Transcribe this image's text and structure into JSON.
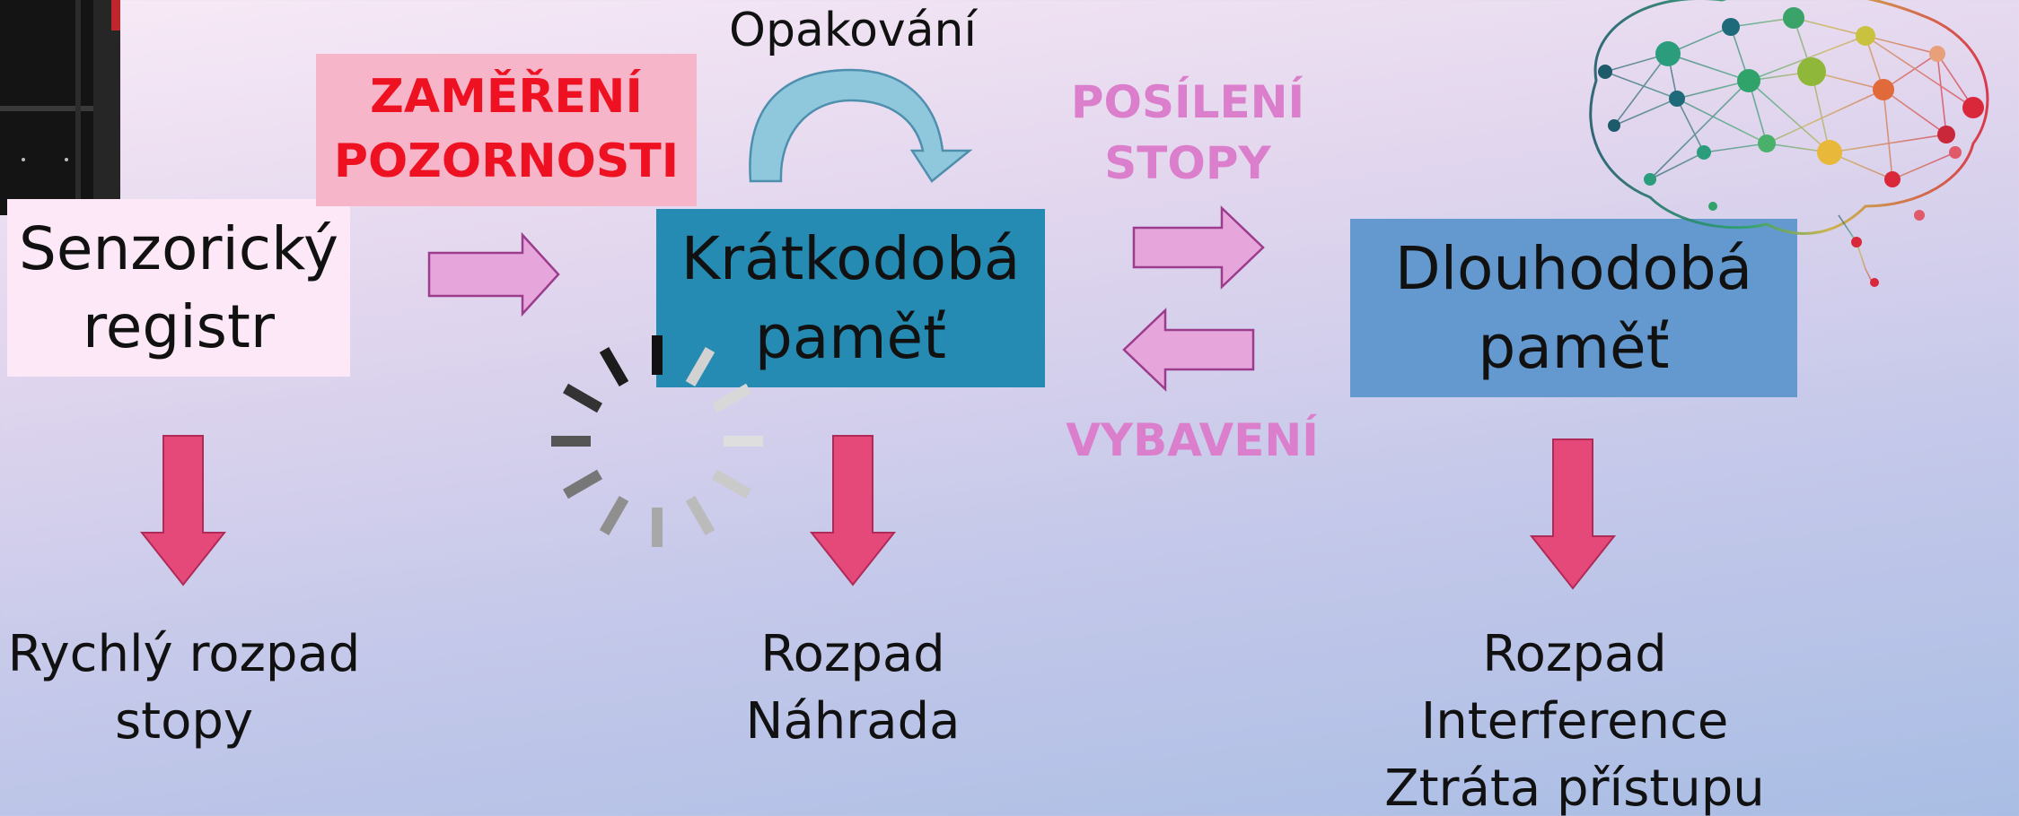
{
  "nodes": {
    "sensory": {
      "line1": "Senzorický",
      "line2": "registr"
    },
    "short_term": {
      "line1": "Krátkodobá",
      "line2": "paměť"
    },
    "long_term": {
      "line1": "Dlouhodobá",
      "line2": "paměť"
    }
  },
  "labels": {
    "attention": {
      "line1": "ZAMĚŘENÍ",
      "line2": "POZORNOSTI"
    },
    "rehearsal": "Opakování",
    "strengthening": {
      "line1": "POSÍLENÍ",
      "line2": "STOPY"
    },
    "retrieval": "VYBAVENÍ"
  },
  "outcomes": {
    "sensory": [
      "Rychlý rozpad",
      "stopy"
    ],
    "short_term": [
      "Rozpad",
      "Náhrada"
    ],
    "long_term": [
      "Rozpad",
      "Interference",
      "Ztráta přístupu"
    ]
  },
  "colors": {
    "sensory_box": "#fce8f6",
    "attention_box": "#f6b5c8",
    "attention_text": "#ee1122",
    "short_term_box": "#258bb3",
    "long_term_box": "#6399cf",
    "pink_arrow": "#e6a6dc",
    "red_arrow": "#e4497a",
    "label_pink": "#db7fcd",
    "curve_arrow": "#8fc7dc"
  },
  "icons": [
    "loading-spinner-icon",
    "brain-network-icon"
  ]
}
